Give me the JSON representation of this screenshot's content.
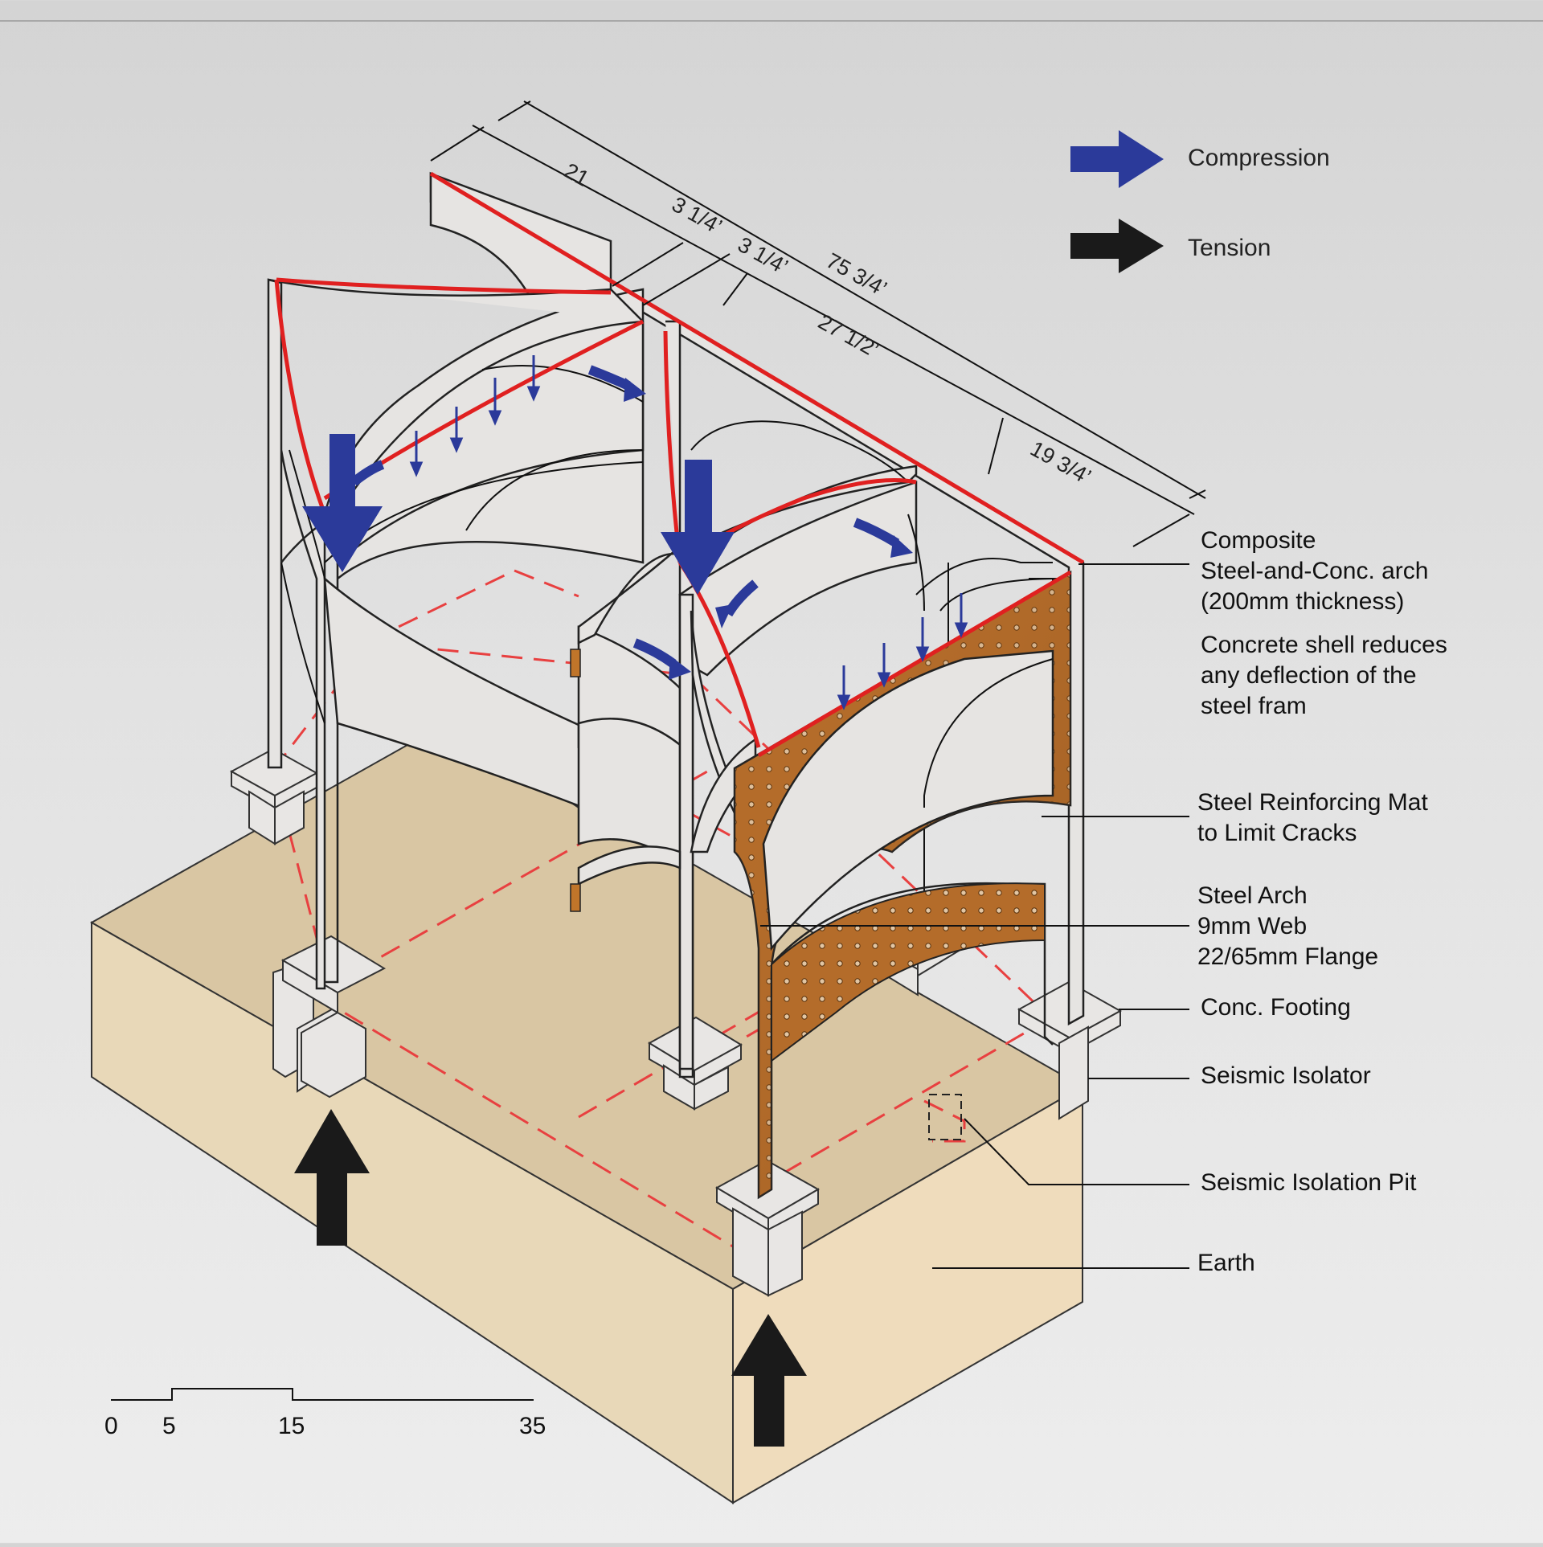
{
  "legend": {
    "compression": {
      "label": "Compression",
      "color": "#2b3a9a"
    },
    "tension": {
      "label": "Tension",
      "color": "#1a1a1a"
    }
  },
  "dimensions": {
    "d1": "21",
    "d2": "3 1/4’",
    "d3": "3 1/4’",
    "d4": "75 3/4’",
    "d5": "27 1/2’",
    "d6": "19 3/4’"
  },
  "callouts": {
    "composite_arch": [
      "Composite",
      "Steel-and-Conc. arch",
      "(200mm thickness)"
    ],
    "concrete_shell": [
      "Concrete shell reduces",
      "any deflection of the",
      "steel fram"
    ],
    "reinforcing_mat": [
      "Steel Reinforcing Mat",
      "to Limit Cracks"
    ],
    "steel_arch": [
      "Steel Arch",
      "9mm Web",
      "22/65mm Flange"
    ],
    "footing": "Conc. Footing",
    "isolator": "Seismic Isolator",
    "pit": "Seismic Isolation Pit",
    "earth": "Earth"
  },
  "scale_bar": {
    "ticks": [
      "0",
      "5",
      "15",
      "35"
    ]
  },
  "colors": {
    "earth_top": "#d9c6a3",
    "earth_side": "#ead7b5",
    "steel_mat": "#b8702c",
    "red_line": "#e02020",
    "compression_arrow": "#2b3a9a"
  }
}
